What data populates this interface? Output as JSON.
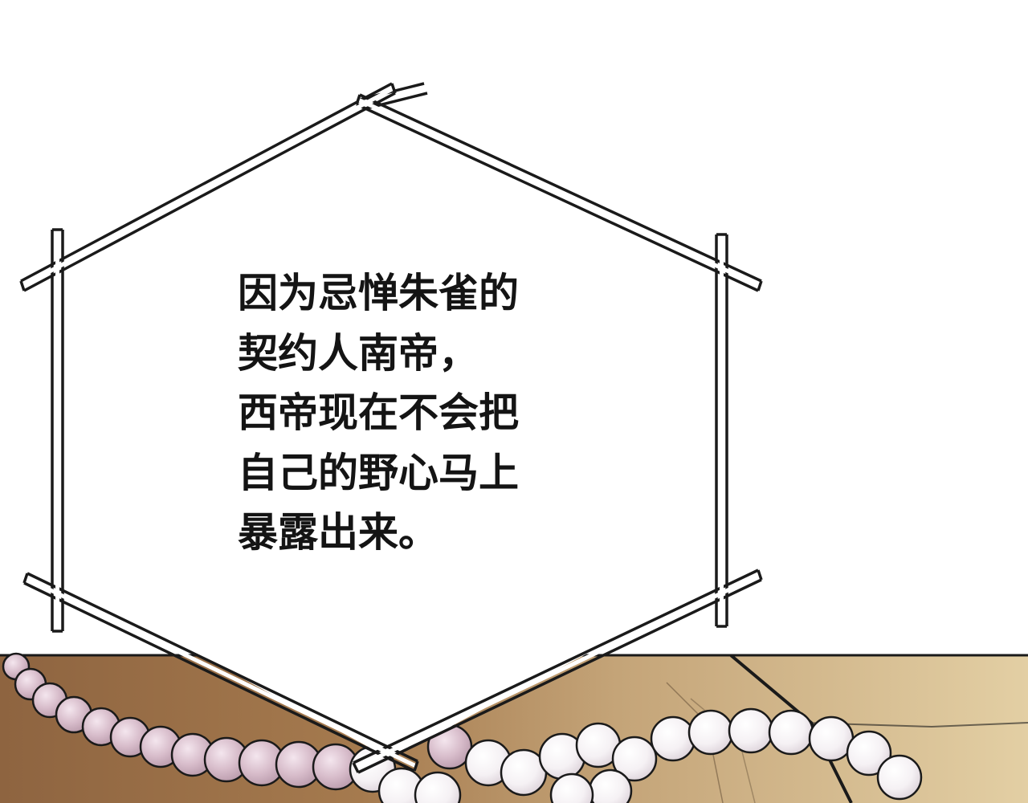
{
  "narration": {
    "lines": [
      "因为忌惮朱雀的",
      "契约人南帝，",
      "西帝现在不会把",
      "自己的野心马上",
      "暴露出来。"
    ]
  },
  "colors": {
    "background": "#ffffff",
    "frame_line": "#1a1a1a",
    "table_brown": "#9a7148",
    "table_light": "#d9bf90",
    "pearl_pink": "#d7bdc9",
    "pearl_white": "#f7f4f7",
    "text": "#141414"
  },
  "icons": {
    "frame": "hexagon-bamboo-frame-icon",
    "necklace": "pearl-necklace-icon"
  }
}
